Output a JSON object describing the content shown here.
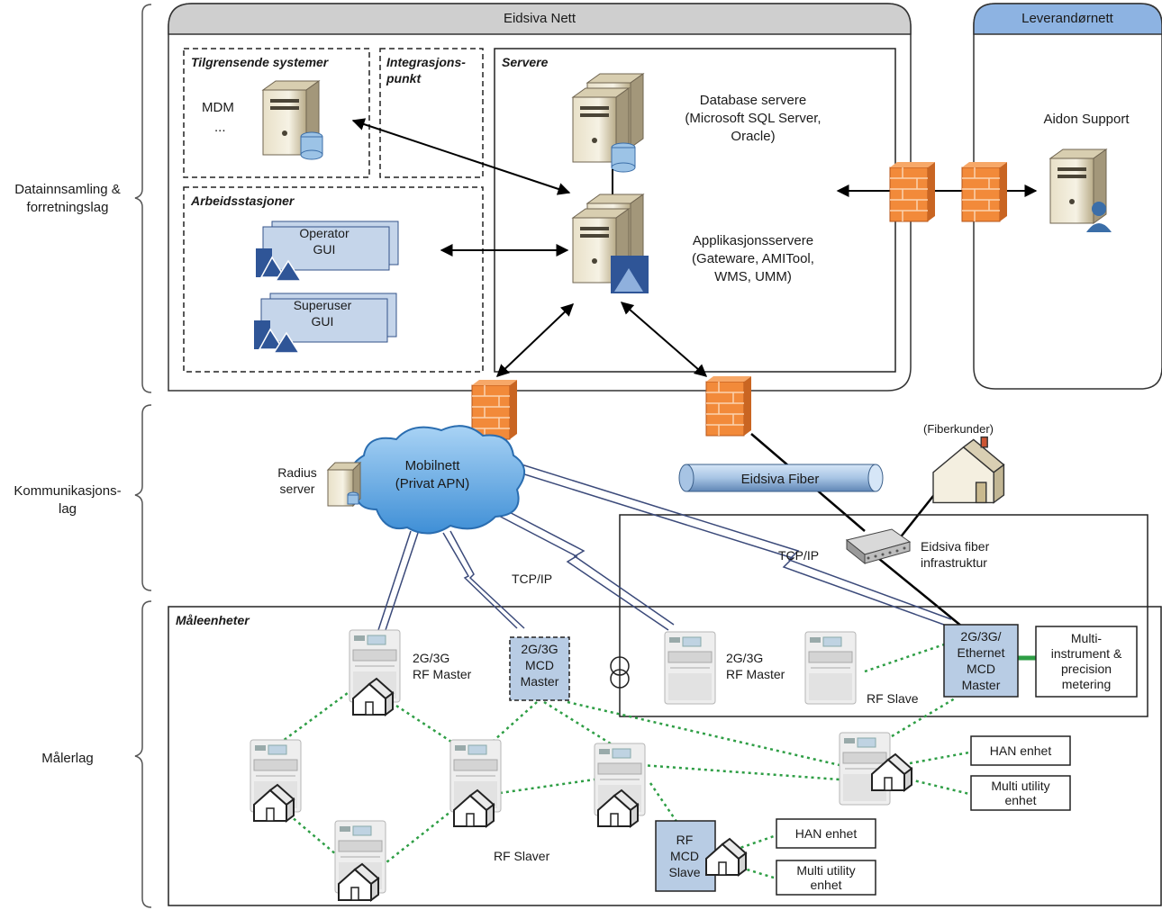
{
  "layers": {
    "data": [
      "Datainnsamling &",
      "forretningslag"
    ],
    "comm": [
      "Kommunikasjons-",
      "lag"
    ],
    "meter": "Målerlag"
  },
  "panels": {
    "eidsiva_nett": "Eidsiva Nett",
    "leverandornett": "Leverandørnett",
    "tilgrensende": "Tilgrensende systemer",
    "integrasjon": [
      "Integrasjons-",
      "punkt"
    ],
    "servere": "Servere",
    "arbeidsstasjoner": "Arbeidsstasjoner",
    "maleenheter": "Måleenheter"
  },
  "labels": {
    "mdm": "MDM",
    "ellipsis": "...",
    "database": [
      "Database servere",
      "(Microsoft SQL Server,",
      "Oracle)"
    ],
    "app": [
      "Applikasjonsservere",
      "(Gateware, AMITool,",
      "WMS, UMM)"
    ],
    "aidon": "Aidon Support",
    "operator": [
      "Operator",
      "GUI"
    ],
    "superuser": [
      "Superuser",
      "GUI"
    ],
    "radius": [
      "Radius",
      "server"
    ],
    "mobilnett": [
      "Mobilnett",
      "(Privat APN)"
    ],
    "fiber": "Eidsiva Fiber",
    "fiberkunder": "(Fiberkunder)",
    "fiber_infra": [
      "Eidsiva fiber",
      "infrastruktur"
    ],
    "tcpip": "TCP/IP",
    "rf_master": [
      "2G/3G",
      "RF Master"
    ],
    "mcd_master": [
      "2G/3G",
      "MCD",
      "Master"
    ],
    "eth_master": [
      "2G/3G/",
      "Ethernet",
      "MCD",
      "Master"
    ],
    "multi_instrument": [
      "Multi-",
      "instrument &",
      "precision",
      "metering"
    ],
    "rf_slave": "RF Slave",
    "rf_slaver": "RF Slaver",
    "rf_mcd_slave": [
      "RF",
      "MCD",
      "Slave"
    ],
    "han": "HAN enhet",
    "multi_utility": [
      "Multi utility",
      "enhet"
    ]
  },
  "colors": {
    "panel_header": "#cfcfcf",
    "leverandor_header": "#8db3e2",
    "blue_box": "#b8cce4",
    "firewall": "#f28a3a",
    "green_link": "#2e9e45"
  }
}
